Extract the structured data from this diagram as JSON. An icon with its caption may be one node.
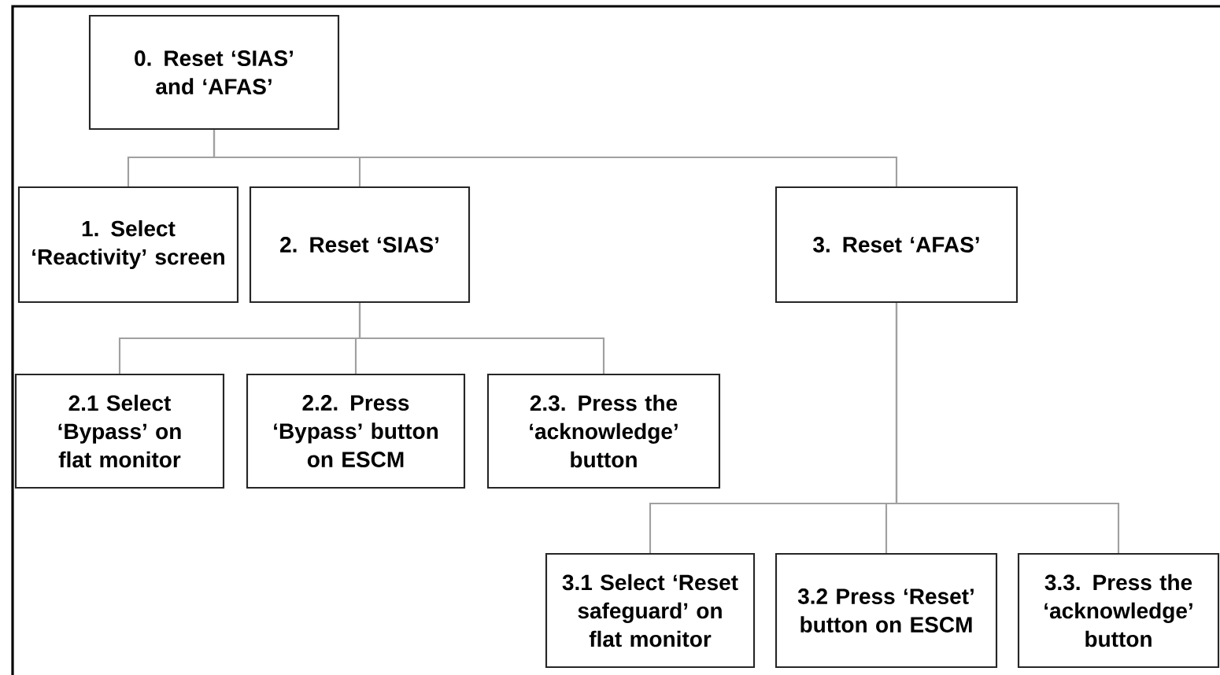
{
  "diagram": {
    "nodes": [
      {
        "text": [
          "0. Reset ‘SIAS’ and ‘AFAS’"
        ]
      },
      {
        "text": [
          "1. Select ‘Reactivity’ screen"
        ]
      },
      {
        "text": [
          "2. Reset ‘SIAS’"
        ]
      },
      {
        "text": [
          "3. Reset ‘AFAS’"
        ]
      },
      {
        "text": [
          "2.1 Select ‘Bypass’ on flat monitor"
        ]
      },
      {
        "text": [
          "2.2. Press ‘Bypass’ button on ESCM"
        ]
      },
      {
        "text": [
          "2.3. Press the ‘acknowledge’ button"
        ]
      },
      {
        "text": [
          "3.1 Select ‘Reset safeguard’ on flat monitor"
        ]
      },
      {
        "text": [
          "3.2 Press ‘Reset’ button on ESCM"
        ]
      },
      {
        "text": [
          "3.3. Press the ‘acknowledge’ button"
        ]
      }
    ],
    "edges": [
      {
        "from": 0,
        "to": 1,
        "arrow": "none"
      },
      {
        "from": 0,
        "to": 2,
        "arrow": "none"
      },
      {
        "from": 0,
        "to": 3,
        "arrow": "none"
      },
      {
        "from": 2,
        "to": 4,
        "arrow": "none"
      },
      {
        "from": 2,
        "to": 5,
        "arrow": "none"
      },
      {
        "from": 2,
        "to": 6,
        "arrow": "none"
      },
      {
        "from": 3,
        "to": 7,
        "arrow": "none"
      },
      {
        "from": 3,
        "to": 8,
        "arrow": "none"
      },
      {
        "from": 3,
        "to": 9,
        "arrow": "none"
      }
    ]
  }
}
